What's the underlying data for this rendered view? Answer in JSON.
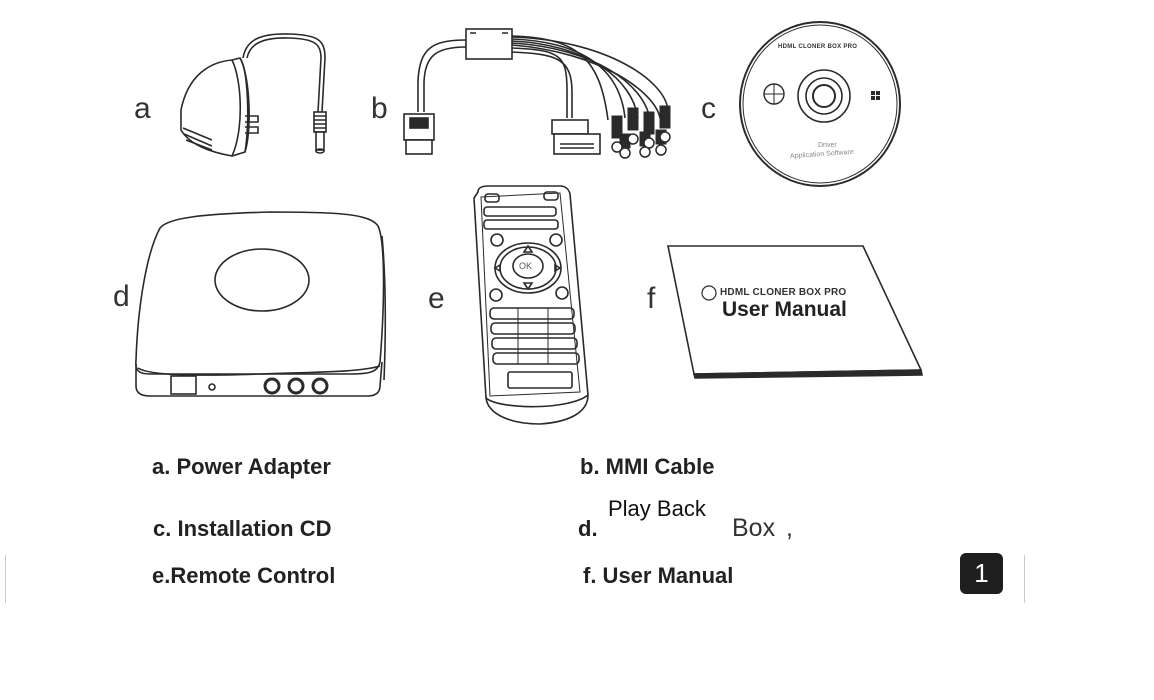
{
  "figure": {
    "item_letters": [
      "a",
      "b",
      "c",
      "d",
      "e",
      "f"
    ],
    "cd_label": {
      "brand": "HDML CLONER BOX PRO",
      "line1": "Driver",
      "line2": "Application Software"
    },
    "manual_cover": {
      "brand": "HDML CLONER BOX PRO",
      "title": "User Manual"
    },
    "remote_ok": "OK"
  },
  "captions": {
    "a": "a. Power Adapter",
    "b": "b. MMI Cable",
    "c": "c. Installation CD",
    "d_prefix": "d.",
    "d_sup": "Play Back",
    "d_main": "Box",
    "d_suffix": ",",
    "e": "e.Remote Control",
    "f": "f. User Manual"
  },
  "page_number": "1",
  "colors": {
    "line": "#2a2a2a",
    "badge_bg": "#1e1e1e"
  }
}
